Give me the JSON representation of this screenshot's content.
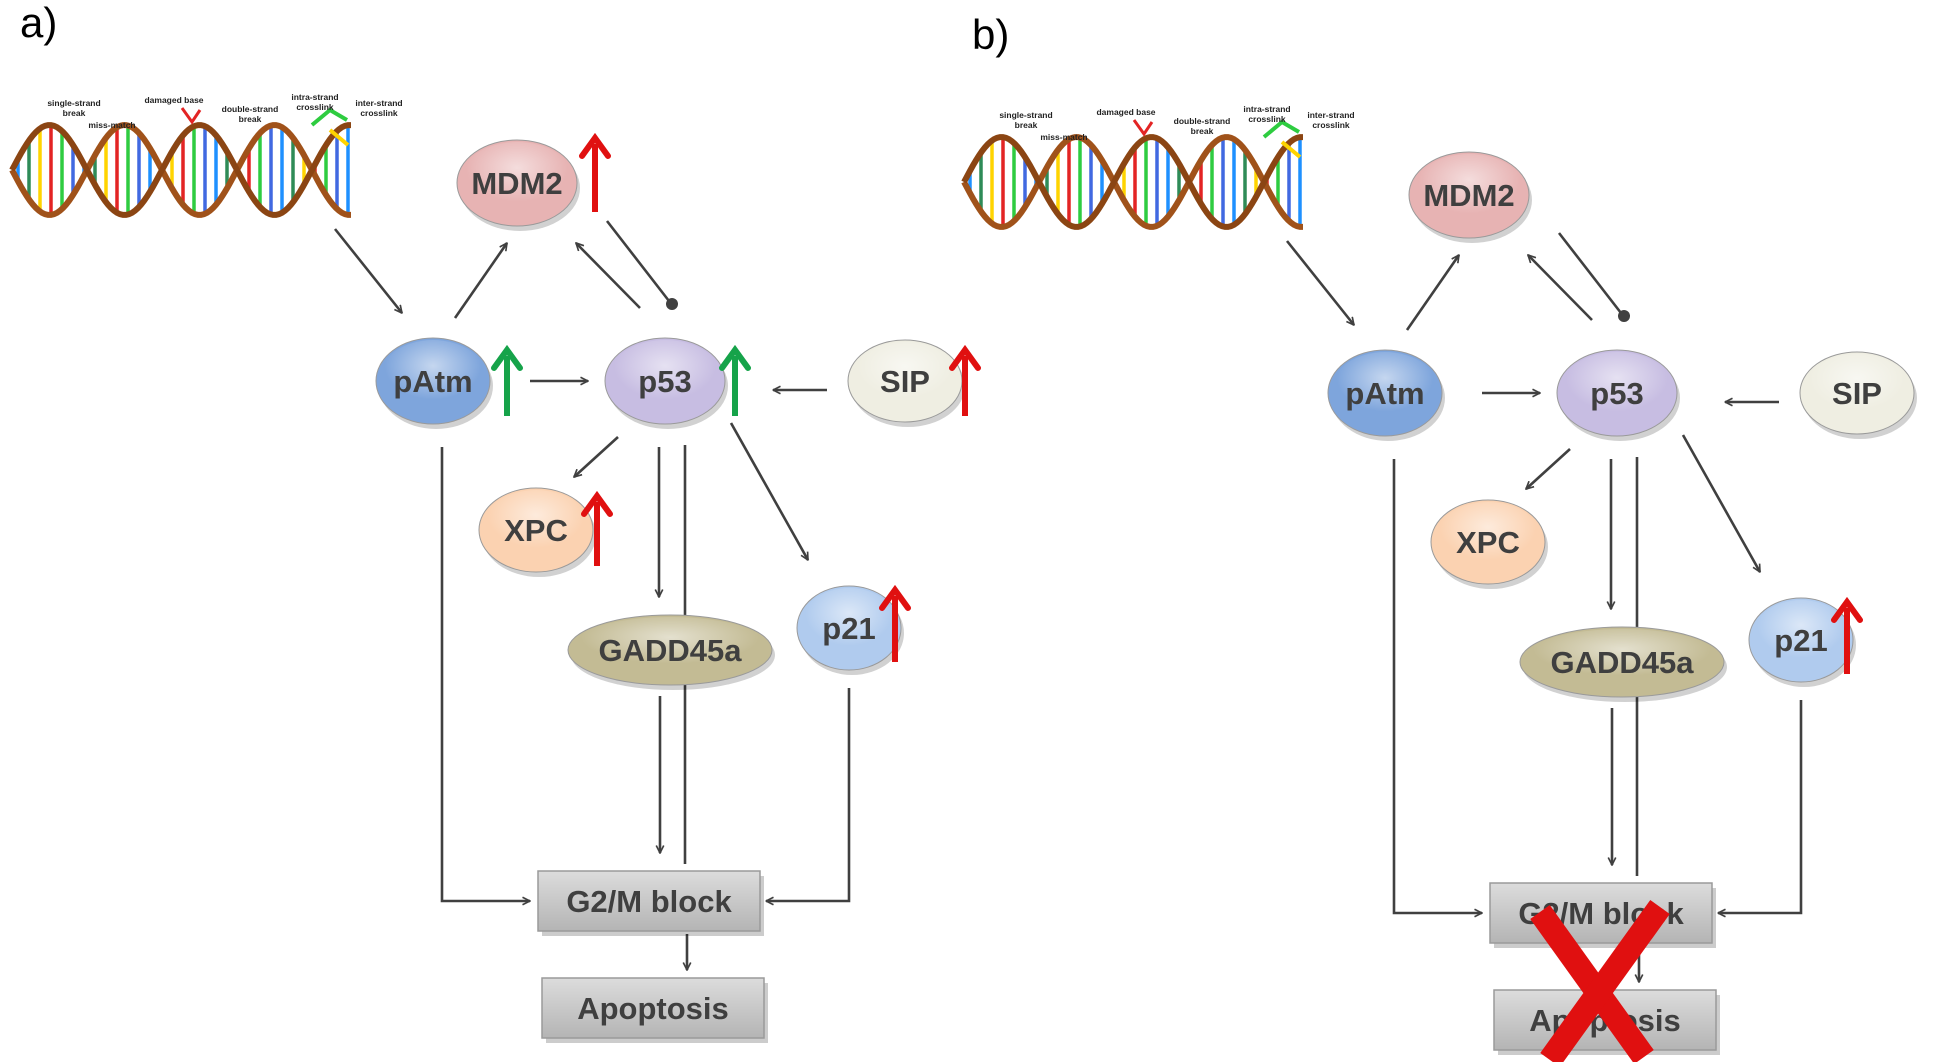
{
  "colors": {
    "mdm2": "#e7b3b3",
    "patm": "#7ea5dc",
    "p53": "#c7bde2",
    "sip": "#efeee2",
    "xpc": "#fbd2b1",
    "gadd45a": "#c3bb94",
    "p21": "#b0cbee",
    "box": "#c9c9c9",
    "up_red": "#e01010",
    "up_green": "#16a34a",
    "edge": "#404040",
    "dna_strand": "#a0521a"
  },
  "dna_labels": [
    "single-strand break",
    "miss-match",
    "damaged base",
    "double-strand break",
    "intra-strand crosslink",
    "inter-strand crosslink"
  ],
  "panels": [
    {
      "letter": "a)",
      "nodes": {
        "MDM2": "MDM2",
        "pAtm": "pAtm",
        "p53": "p53",
        "SIP": "SIP",
        "XPC": "XPC",
        "GADD45a": "GADD45a",
        "p21": "p21",
        "G2M": "G2/M block",
        "Apoptosis": "Apoptosis"
      },
      "upregulated": {
        "MDM2": "up_red",
        "pAtm": "up_green",
        "p53": "up_green",
        "SIP": "up_red",
        "XPC": "up_red",
        "p21": "up_red"
      },
      "blocked": false
    },
    {
      "letter": "b)",
      "nodes": {
        "MDM2": "MDM2",
        "pAtm": "pAtm",
        "p53": "p53",
        "SIP": "SIP",
        "XPC": "XPC",
        "GADD45a": "GADD45a",
        "p21": "p21",
        "G2M": "G2/M block",
        "Apoptosis": "Apoptosis"
      },
      "upregulated": {
        "p21": "up_red"
      },
      "blocked": true
    }
  ]
}
